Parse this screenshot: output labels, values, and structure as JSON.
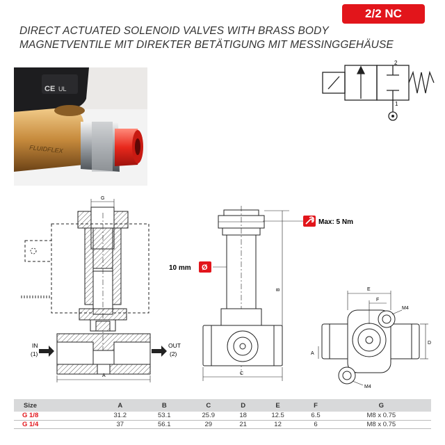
{
  "badge": "2/2 NC",
  "title_en": "DIRECT ACTUATED SOLENOID VALVES WITH BRASS BODY",
  "title_de": "MAGNETVENTILE MIT DIREKTER BETÄTIGUNG MIT MESSINGGEHÄUSE",
  "photo": {
    "brand": "FLUIDFLEX",
    "icon": "ce-ul-mark"
  },
  "symbol": {
    "port_top": "2",
    "port_bottom": "1"
  },
  "drawing_labels": {
    "in_label": "IN",
    "in_num": "(1)",
    "out_label": "OUT",
    "out_num": "(2)",
    "dim_a": "A",
    "dim_b": "B",
    "dim_c": "C",
    "dim_d": "D",
    "dim_e": "E",
    "dim_f": "F",
    "dim_g": "G",
    "torque": "Max: 5 Nm",
    "tube_diameter": "10 mm",
    "diameter_symbol": "Ø",
    "m4_top": "M4",
    "m4_bottom": "M4"
  },
  "table": {
    "headers": [
      "Size",
      "A",
      "B",
      "C",
      "D",
      "E",
      "F",
      "G"
    ],
    "rows": [
      [
        "G 1/8",
        "31.2",
        "53.1",
        "25.9",
        "18",
        "12.5",
        "6.5",
        "M8 x 0.75"
      ],
      [
        "G 1/4",
        "37",
        "56.1",
        "29",
        "21",
        "12",
        "6",
        "M8 x 0.75"
      ]
    ]
  },
  "colors": {
    "accent": "#e2151b"
  }
}
